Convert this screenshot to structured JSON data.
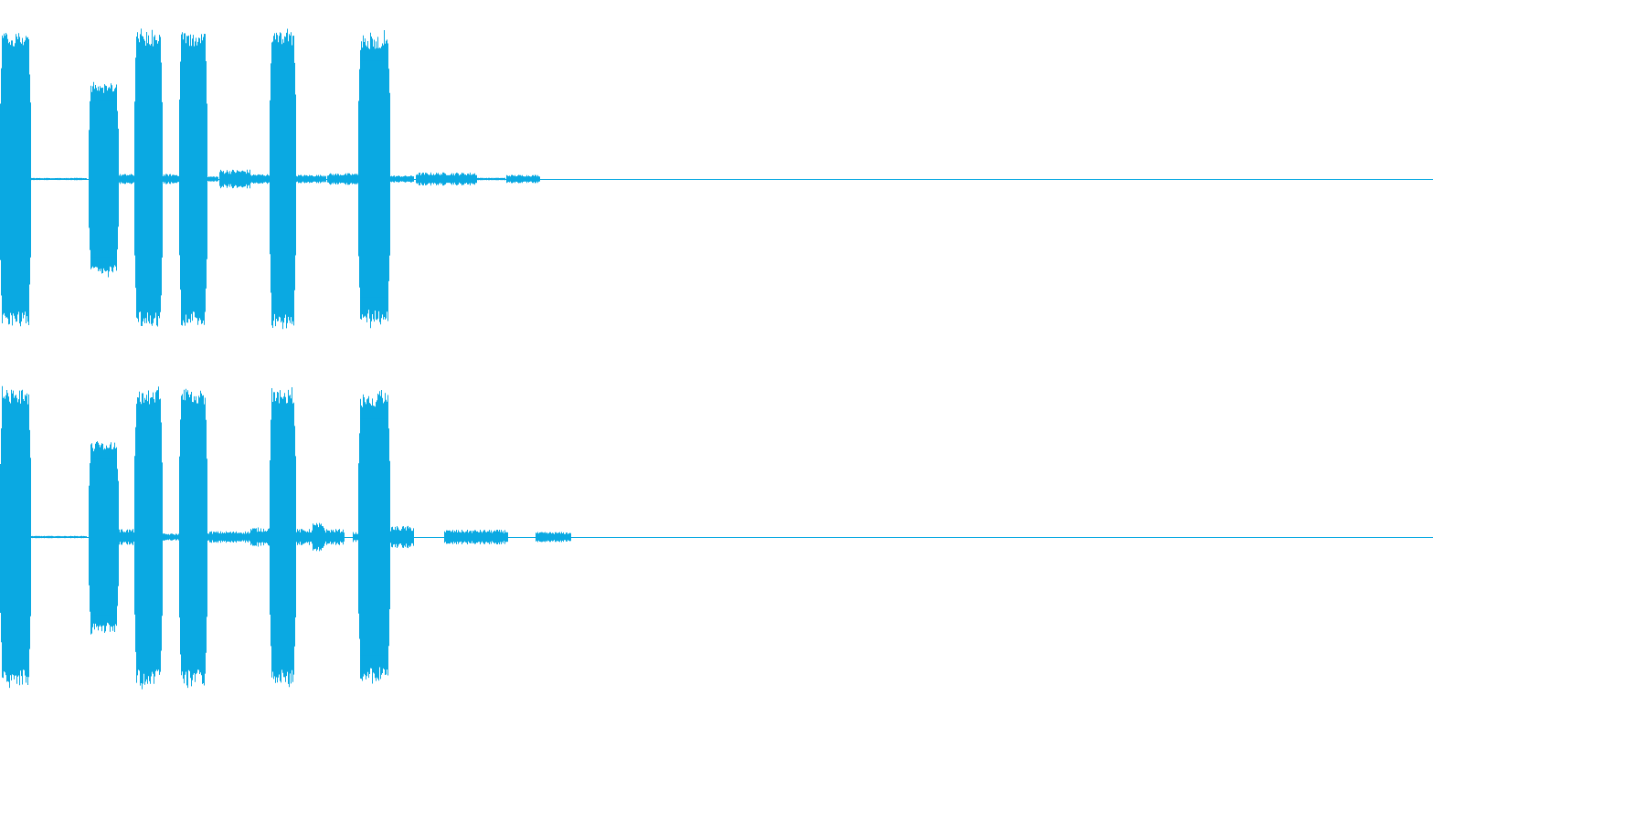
{
  "chart_data": {
    "type": "area",
    "x_range": [
      0,
      1
    ],
    "y_range": [
      -1,
      1
    ],
    "color": "#0aa9e2",
    "series": [
      {
        "bursts": [
          {
            "start": 0.0,
            "end": 0.021,
            "amp": 0.96,
            "peak": 1.0
          },
          {
            "start": 0.062,
            "end": 0.082,
            "amp": 0.62,
            "peak": 0.66
          },
          {
            "start": 0.094,
            "end": 0.113,
            "amp": 0.96,
            "peak": 1.0
          },
          {
            "start": 0.125,
            "end": 0.144,
            "amp": 0.96,
            "peak": 1.0
          },
          {
            "start": 0.188,
            "end": 0.206,
            "amp": 0.96,
            "peak": 1.0
          },
          {
            "start": 0.25,
            "end": 0.272,
            "amp": 0.94,
            "peak": 1.0
          }
        ],
        "noise": [
          {
            "start": 0.021,
            "end": 0.06,
            "amp": 0.004
          },
          {
            "start": 0.082,
            "end": 0.094,
            "amp": 0.03
          },
          {
            "start": 0.113,
            "end": 0.125,
            "amp": 0.03
          },
          {
            "start": 0.144,
            "end": 0.152,
            "amp": 0.015
          },
          {
            "start": 0.153,
            "end": 0.174,
            "amp": 0.06
          },
          {
            "start": 0.175,
            "end": 0.188,
            "amp": 0.03
          },
          {
            "start": 0.206,
            "end": 0.227,
            "amp": 0.025
          },
          {
            "start": 0.228,
            "end": 0.25,
            "amp": 0.035
          },
          {
            "start": 0.272,
            "end": 0.288,
            "amp": 0.02
          },
          {
            "start": 0.29,
            "end": 0.332,
            "amp": 0.04
          },
          {
            "start": 0.332,
            "end": 0.352,
            "amp": 0.005
          },
          {
            "start": 0.353,
            "end": 0.376,
            "amp": 0.025
          }
        ]
      },
      {
        "bursts": [
          {
            "start": 0.0,
            "end": 0.021,
            "amp": 0.96,
            "peak": 1.0
          },
          {
            "start": 0.062,
            "end": 0.082,
            "amp": 0.62,
            "peak": 0.66
          },
          {
            "start": 0.094,
            "end": 0.113,
            "amp": 0.96,
            "peak": 1.0
          },
          {
            "start": 0.125,
            "end": 0.144,
            "amp": 0.96,
            "peak": 1.0
          },
          {
            "start": 0.188,
            "end": 0.206,
            "amp": 0.96,
            "peak": 1.0
          },
          {
            "start": 0.25,
            "end": 0.272,
            "amp": 0.94,
            "peak": 1.0
          }
        ],
        "noise": [
          {
            "start": 0.021,
            "end": 0.06,
            "amp": 0.004
          },
          {
            "start": 0.082,
            "end": 0.094,
            "amp": 0.05
          },
          {
            "start": 0.113,
            "end": 0.125,
            "amp": 0.02
          },
          {
            "start": 0.144,
            "end": 0.174,
            "amp": 0.035
          },
          {
            "start": 0.175,
            "end": 0.188,
            "amp": 0.06
          },
          {
            "start": 0.206,
            "end": 0.222,
            "amp": 0.05
          },
          {
            "start": 0.218,
            "end": 0.226,
            "amp": 0.09
          },
          {
            "start": 0.226,
            "end": 0.24,
            "amp": 0.05
          },
          {
            "start": 0.246,
            "end": 0.25,
            "amp": 0.03
          },
          {
            "start": 0.272,
            "end": 0.288,
            "amp": 0.07
          },
          {
            "start": 0.31,
            "end": 0.354,
            "amp": 0.045
          },
          {
            "start": 0.374,
            "end": 0.398,
            "amp": 0.03
          }
        ]
      }
    ]
  }
}
